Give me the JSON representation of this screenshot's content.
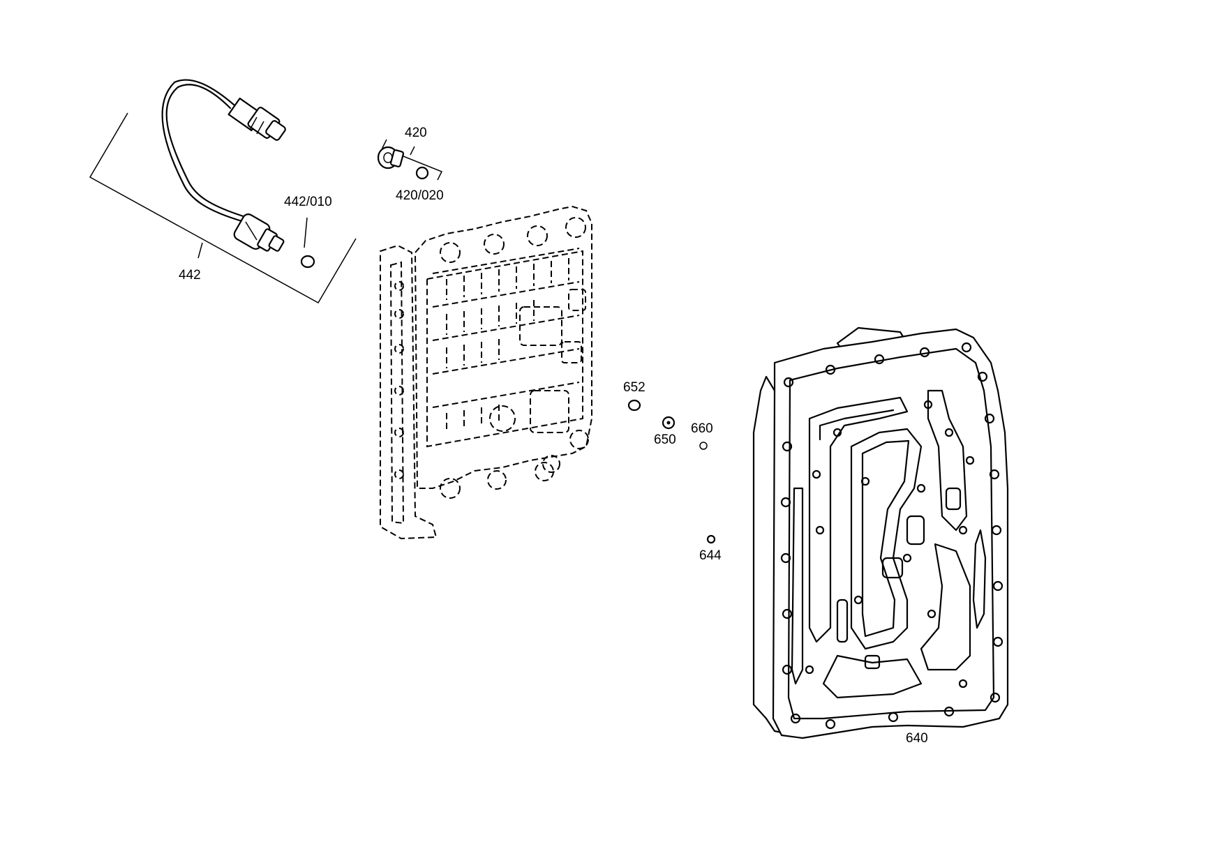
{
  "callouts": {
    "p442": "442",
    "p442_010": "442/010",
    "p420": "420",
    "p420_020": "420/020",
    "p652": "652",
    "p650": "650",
    "p660": "660",
    "p644": "644",
    "p640": "640"
  }
}
